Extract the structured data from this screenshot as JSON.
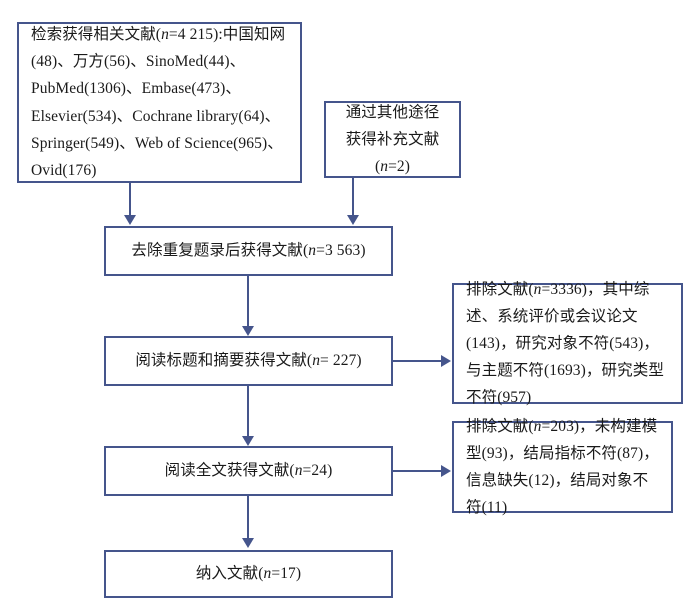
{
  "diagram": {
    "type": "prisma-flow-diagram",
    "accent_color": "#45558c",
    "background_color": "#ffffff",
    "text_color": "#1a1a1a"
  },
  "boxes": {
    "identification_databases": {
      "text": "检索获得相关文献(n=4 215):中国知网(48)、万方(56)、SinoMed(44)、PubMed(1306)、Embase(473)、Elsevier(534)、Cochrane library(64)、Springer(549)、Web of Science(965)、Ovid(176)",
      "total": "4 215",
      "sources": [
        {
          "name": "中国知网",
          "count": "48"
        },
        {
          "name": "万方",
          "count": "56"
        },
        {
          "name": "SinoMed",
          "count": "44"
        },
        {
          "name": "PubMed",
          "count": "1306"
        },
        {
          "name": "Embase",
          "count": "473"
        },
        {
          "name": "Elsevier",
          "count": "534"
        },
        {
          "name": "Cochrane library",
          "count": "64"
        },
        {
          "name": "Springer",
          "count": "549"
        },
        {
          "name": "Web of Science",
          "count": "965"
        },
        {
          "name": "Ovid",
          "count": "176"
        }
      ]
    },
    "identification_other": {
      "text": "通过其他途径获得补充文献(n=2)",
      "count": "2"
    },
    "deduplicated": {
      "text": "去除重复题录后获得文献(n=3 563)",
      "count": "3 563"
    },
    "title_abstract_screened": {
      "text": "阅读标题和摘要获得文献(n= 227)",
      "count": "227"
    },
    "fulltext_screened": {
      "text": "阅读全文获得文献(n=24)",
      "count": "24"
    },
    "included": {
      "text": "纳入文献(n=17)",
      "count": "17"
    },
    "excluded_title_abstract": {
      "text": "排除文献(n=3336)，其中综述、系统评价或会议论文(143)，研究对象不符(543)，与主题不符(1693)，研究类型不符(957)",
      "total": "3336",
      "reasons": [
        {
          "label": "综述、系统评价或会议论文",
          "count": "143"
        },
        {
          "label": "研究对象不符",
          "count": "543"
        },
        {
          "label": "与主题不符",
          "count": "1693"
        },
        {
          "label": "研究类型不符",
          "count": "957"
        }
      ]
    },
    "excluded_fulltext": {
      "text": "排除文献(n=203)，未构建模型(93)，结局指标不符(87)，信息缺失(12)，结局对象不符(11)",
      "total": "203",
      "reasons": [
        {
          "label": "未构建模型",
          "count": "93"
        },
        {
          "label": "结局指标不符",
          "count": "87"
        },
        {
          "label": "信息缺失",
          "count": "12"
        },
        {
          "label": "结局对象不符",
          "count": "11"
        }
      ]
    }
  }
}
